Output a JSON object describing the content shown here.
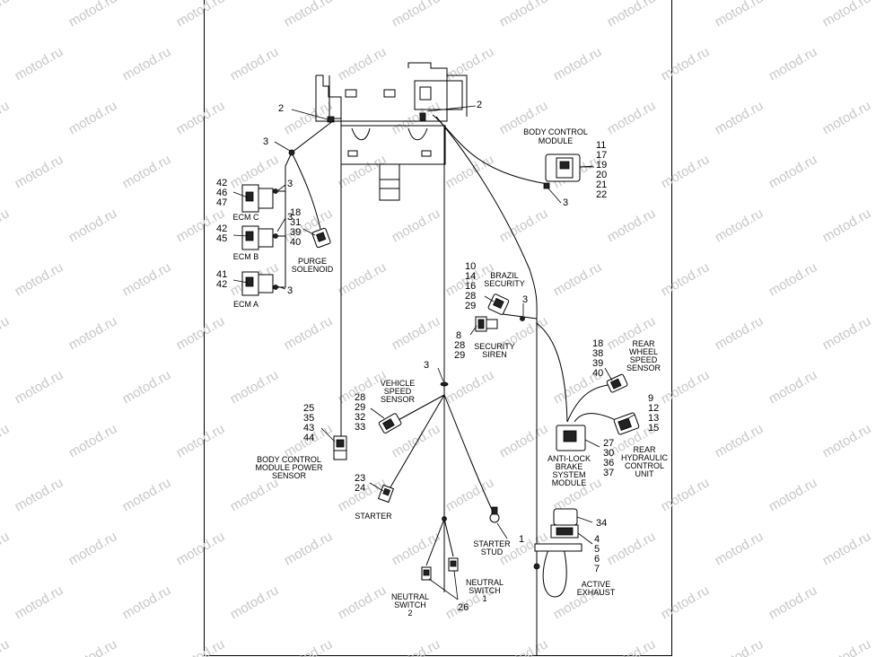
{
  "watermark": "motod.ru",
  "components": {
    "body_control_module": {
      "label": [
        "BODY CONTROL",
        "MODULE"
      ],
      "refs": [
        "11",
        "17",
        "19",
        "20",
        "21",
        "22"
      ]
    },
    "ecm_c": {
      "label": "ECM C",
      "refs": [
        "42",
        "46",
        "47"
      ]
    },
    "ecm_b": {
      "label": "ECM B",
      "refs": [
        "42",
        "45"
      ]
    },
    "ecm_a": {
      "label": "ECM A",
      "refs": [
        "41",
        "42"
      ]
    },
    "purge_solenoid": {
      "label": [
        "PURGE",
        "SOLENOID"
      ],
      "refs": [
        "18",
        "31",
        "39",
        "40"
      ]
    },
    "brazil_security": {
      "label": [
        "BRAZIL",
        "SECURITY"
      ],
      "refs": [
        "10",
        "14",
        "16",
        "28",
        "29"
      ]
    },
    "security_siren": {
      "label": [
        "SECURITY",
        "SIREN"
      ],
      "refs": [
        "8",
        "28",
        "29"
      ]
    },
    "rear_wheel_speed_sensor": {
      "label": [
        "REAR",
        "WHEEL",
        "SPEED",
        "SENSOR"
      ],
      "refs": [
        "18",
        "38",
        "39",
        "40"
      ]
    },
    "rear_hydraulic_control_unit": {
      "label": [
        "REAR",
        "HYDRAULIC",
        "CONTROL",
        "UNIT"
      ],
      "refs": [
        "9",
        "12",
        "13",
        "15"
      ]
    },
    "vehicle_speed_sensor": {
      "label": [
        "VEHICLE",
        "SPEED",
        "SENSOR"
      ],
      "refs": [
        "28",
        "29",
        "32",
        "33"
      ]
    },
    "anti_lock_brake_system_module": {
      "label": [
        "ANTI-LOCK",
        "BRAKE",
        "SYSTEM",
        "MODULE"
      ],
      "refs": [
        "27",
        "30",
        "36",
        "37"
      ]
    },
    "body_control_module_power_sensor": {
      "label": [
        "BODY CONTROL",
        "MODULE POWER",
        "SENSOR"
      ],
      "refs": [
        "25",
        "35",
        "43",
        "44"
      ]
    },
    "starter": {
      "label": "STARTER",
      "refs": [
        "23",
        "24"
      ]
    },
    "starter_stud": {
      "label": [
        "STARTER",
        "STUD"
      ],
      "refs": [
        "1"
      ]
    },
    "neutral_switch_1": {
      "label": [
        "NEUTRAL",
        "SWITCH",
        "1"
      ]
    },
    "neutral_switch_2": {
      "label": [
        "NEUTRAL",
        "SWITCH",
        "2"
      ]
    },
    "neutral_switch_ref": "26",
    "active_exhaust": {
      "label": [
        "ACTIVE",
        "EXHAUST"
      ],
      "refs": [
        "4",
        "5",
        "6",
        "7"
      ],
      "top_ref": "34"
    }
  },
  "callouts": {
    "left_mount": "2",
    "right_mount": "2",
    "tie_upper_left": "3",
    "tie_ecm_c": "3",
    "tie_ecm_b": "3",
    "tie_ecm_a": "3",
    "tie_bcm": "3",
    "tie_brazil": "3",
    "tie_center": "3"
  }
}
